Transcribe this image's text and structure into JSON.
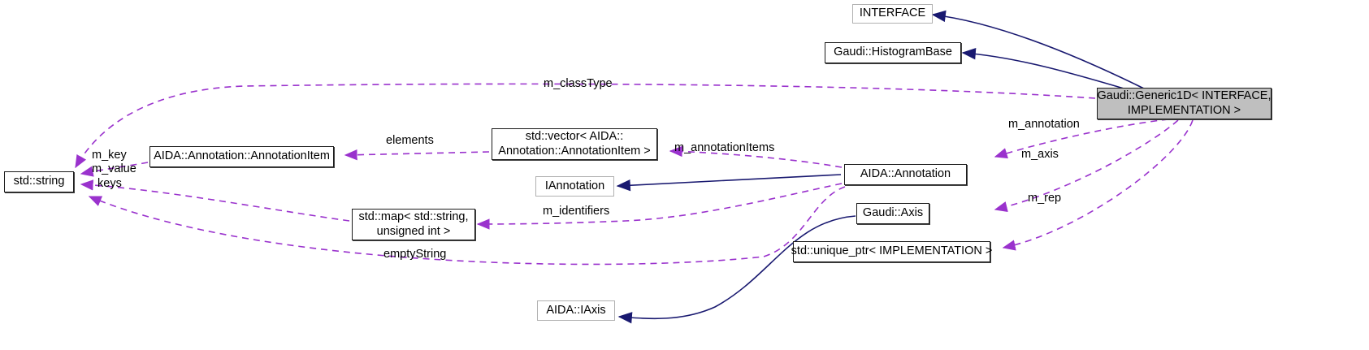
{
  "diagram": {
    "title": "Gaudi::Generic1D collaboration diagram",
    "type": "collaboration-diagram",
    "colors": {
      "inheritance_edge": "#191970",
      "usage_edge": "#9a32cd",
      "central_node_fill": "#bfbfbf",
      "documented_border": "#1a1a1a",
      "undocumented_border": "#b0b0b0",
      "background": "#ffffff",
      "text": "#000000"
    }
  },
  "nodes": [
    {
      "id": "interface",
      "label": "INTERFACE",
      "documented": false
    },
    {
      "id": "histogrambase",
      "label": "Gaudi::HistogramBase",
      "documented": true
    },
    {
      "id": "generic1d",
      "label": "Gaudi::Generic1D< INTERFACE,\nIMPLEMENTATION >",
      "documented": true,
      "central": true
    },
    {
      "id": "annotationitem",
      "label": "AIDA::Annotation::AnnotationItem",
      "documented": true
    },
    {
      "id": "vectoritem",
      "label": "std::vector< AIDA::\nAnnotation::AnnotationItem >",
      "documented": true
    },
    {
      "id": "stdstring",
      "label": "std::string",
      "documented": true
    },
    {
      "id": "iannotation",
      "label": "IAnnotation",
      "documented": false
    },
    {
      "id": "annotation",
      "label": "AIDA::Annotation",
      "documented": true
    },
    {
      "id": "stdmap",
      "label": "std::map< std::string,\nunsigned int >",
      "documented": true
    },
    {
      "id": "gaudiaxis",
      "label": "Gaudi::Axis",
      "documented": true
    },
    {
      "id": "uniqueptr",
      "label": "std::unique_ptr< IMPLEMENTATION >",
      "documented": true
    },
    {
      "id": "aidaiaxis",
      "label": "AIDA::IAxis",
      "documented": false
    }
  ],
  "edges": [
    {
      "from": "interface",
      "to": "generic1d",
      "kind": "inheritance",
      "label": ""
    },
    {
      "from": "histogrambase",
      "to": "generic1d",
      "kind": "inheritance",
      "label": ""
    },
    {
      "from": "iannotation",
      "to": "annotation",
      "kind": "inheritance",
      "label": ""
    },
    {
      "from": "aidaiaxis",
      "to": "gaudiaxis",
      "kind": "inheritance",
      "label": ""
    },
    {
      "from": "stdstring",
      "to": "generic1d",
      "kind": "usage",
      "label": "m_classType"
    },
    {
      "from": "annotationitem",
      "to": "vectoritem",
      "kind": "usage",
      "label": "elements"
    },
    {
      "from": "vectoritem",
      "to": "annotation",
      "kind": "usage",
      "label": "m_annotationItems"
    },
    {
      "from": "stdstring",
      "to": "annotationitem",
      "kind": "usage",
      "label": "m_key\nm_value"
    },
    {
      "from": "stdstring",
      "to": "stdmap",
      "kind": "usage",
      "label": "keys"
    },
    {
      "from": "stdmap",
      "to": "annotation",
      "kind": "usage",
      "label": "m_identifiers"
    },
    {
      "from": "stdstring",
      "to": "annotation",
      "kind": "usage",
      "label": "emptyString"
    },
    {
      "from": "annotation",
      "to": "generic1d",
      "kind": "usage",
      "label": "m_annotation"
    },
    {
      "from": "gaudiaxis",
      "to": "generic1d",
      "kind": "usage",
      "label": "m_axis"
    },
    {
      "from": "uniqueptr",
      "to": "generic1d",
      "kind": "usage",
      "label": "m_rep"
    }
  ],
  "edge_labels": {
    "m_classType": "m_classType",
    "elements": "elements",
    "m_annotationItems": "m_annotationItems",
    "m_key_m_value": "m_key\nm_value",
    "keys": "keys",
    "m_identifiers": "m_identifiers",
    "emptyString": "emptyString",
    "m_annotation": "m_annotation",
    "m_axis": "m_axis",
    "m_rep": "m_rep"
  }
}
